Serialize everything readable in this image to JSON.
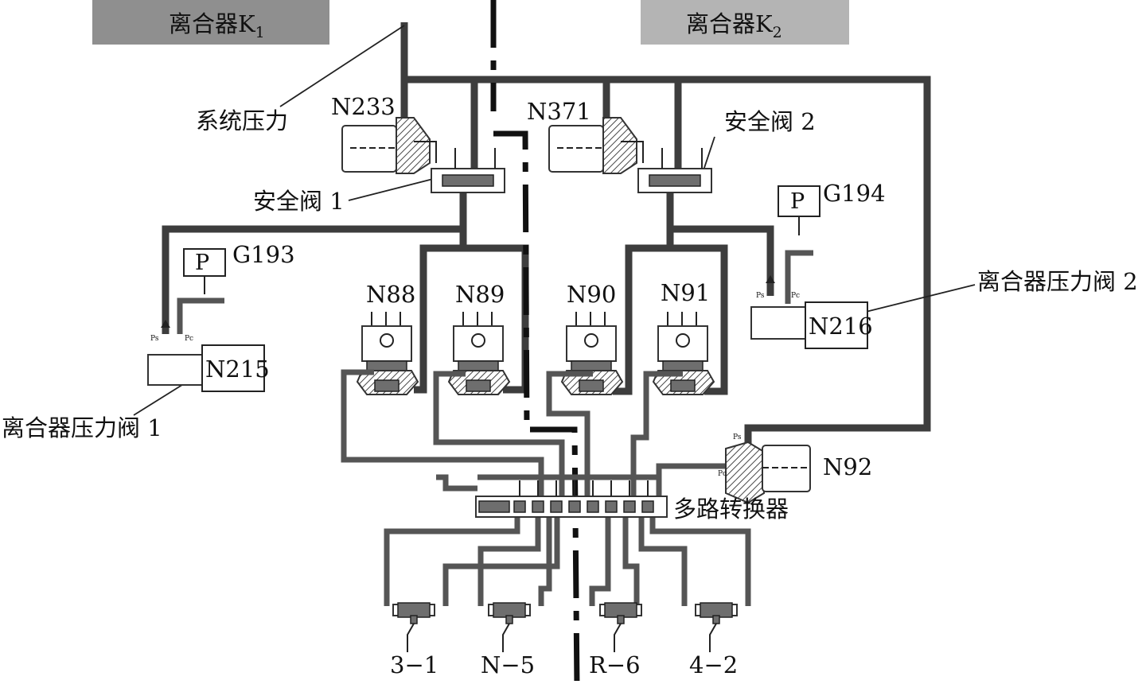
{
  "header": {
    "clutch_k1": {
      "text": "离合器K",
      "sub": "1"
    },
    "clutch_k2": {
      "text": "离合器K",
      "sub": "2"
    },
    "box_color_left": "#8f8f8f",
    "box_color_right": "#b4b4b4"
  },
  "labels": {
    "system_pressure": "系统压力",
    "n233": "N233",
    "n371": "N371",
    "safety_valve_1": "安全阀 1",
    "safety_valve_2": "安全阀 2",
    "g193": "G193",
    "g194": "G194",
    "p_left": "P",
    "p_right": "P",
    "n215": "N215",
    "n216": "N216",
    "clutch_pressure_valve_1": "离合器压力阀 1",
    "clutch_pressure_valve_2": "离合器压力阀 2",
    "n88": "N88",
    "n89": "N89",
    "n90": "N90",
    "n91": "N91",
    "n92": "N92",
    "multiplexer": "多路转换器",
    "gear_3_1": "3−1",
    "gear_n_5": "N−5",
    "gear_r_6": "R−6",
    "gear_4_2": "4−2",
    "ps_left": "Ps",
    "pc_left": "Pc",
    "ps_right": "Ps",
    "pc_right": "Pc",
    "ps_n92": "Ps",
    "pc_n92": "Pc"
  }
}
